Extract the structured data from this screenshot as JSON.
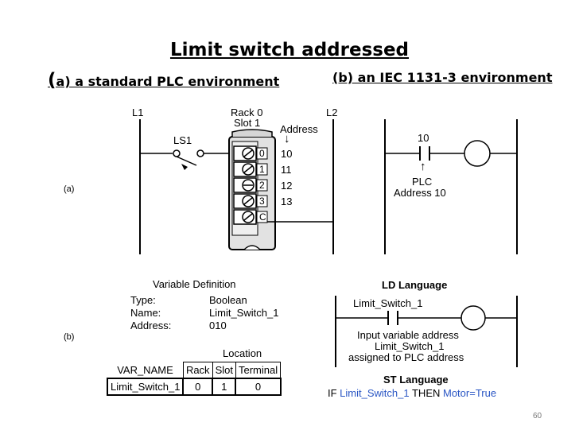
{
  "slide": {
    "title": "Limit switch addressed",
    "subtitle_a_paren": "(",
    "subtitle_a": "a) a standard PLC environment",
    "subtitle_b": "(b) an IEC 1131-3 environment",
    "page_number": "60"
  },
  "diagram_a": {
    "label": "(a)",
    "rail_left": "L1",
    "rail_right": "L2",
    "rack": "Rack 0",
    "slot": "Slot 1",
    "switch_label": "LS1",
    "address_header": "Address",
    "arrow_glyph": "↓",
    "terminals": [
      "0",
      "1",
      "2",
      "3",
      "C"
    ],
    "addresses": [
      "10",
      "11",
      "12",
      "13"
    ],
    "ladder_contact_address": "10",
    "plc_pointer_glyph": "↑",
    "plc_label_line1": "PLC",
    "plc_label_line2": "Address 10"
  },
  "diagram_b": {
    "label": "(b)",
    "var_def_title": "Variable Definition",
    "type_label": "Type:",
    "type_value": "Boolean",
    "name_label": "Name:",
    "name_value": "Limit_Switch_1",
    "address_label": "Address:",
    "address_value": "010",
    "location_header": "Location",
    "table_headers": [
      "VAR_NAME",
      "Rack",
      "Slot",
      "Terminal"
    ],
    "table_row": [
      "Limit_Switch_1",
      "0",
      "1",
      "0"
    ],
    "ld_title": "LD Language",
    "ld_contact_label": "Limit_Switch_1",
    "ld_note_line1": "Input variable address",
    "ld_note_line2": "Limit_Switch_1",
    "ld_note_line3": "assigned to PLC address",
    "st_title": "ST Language",
    "st_code_if": "IF ",
    "st_code_var": "Limit_Switch_1",
    "st_code_then": " THEN ",
    "st_code_assign": "Motor=True"
  }
}
